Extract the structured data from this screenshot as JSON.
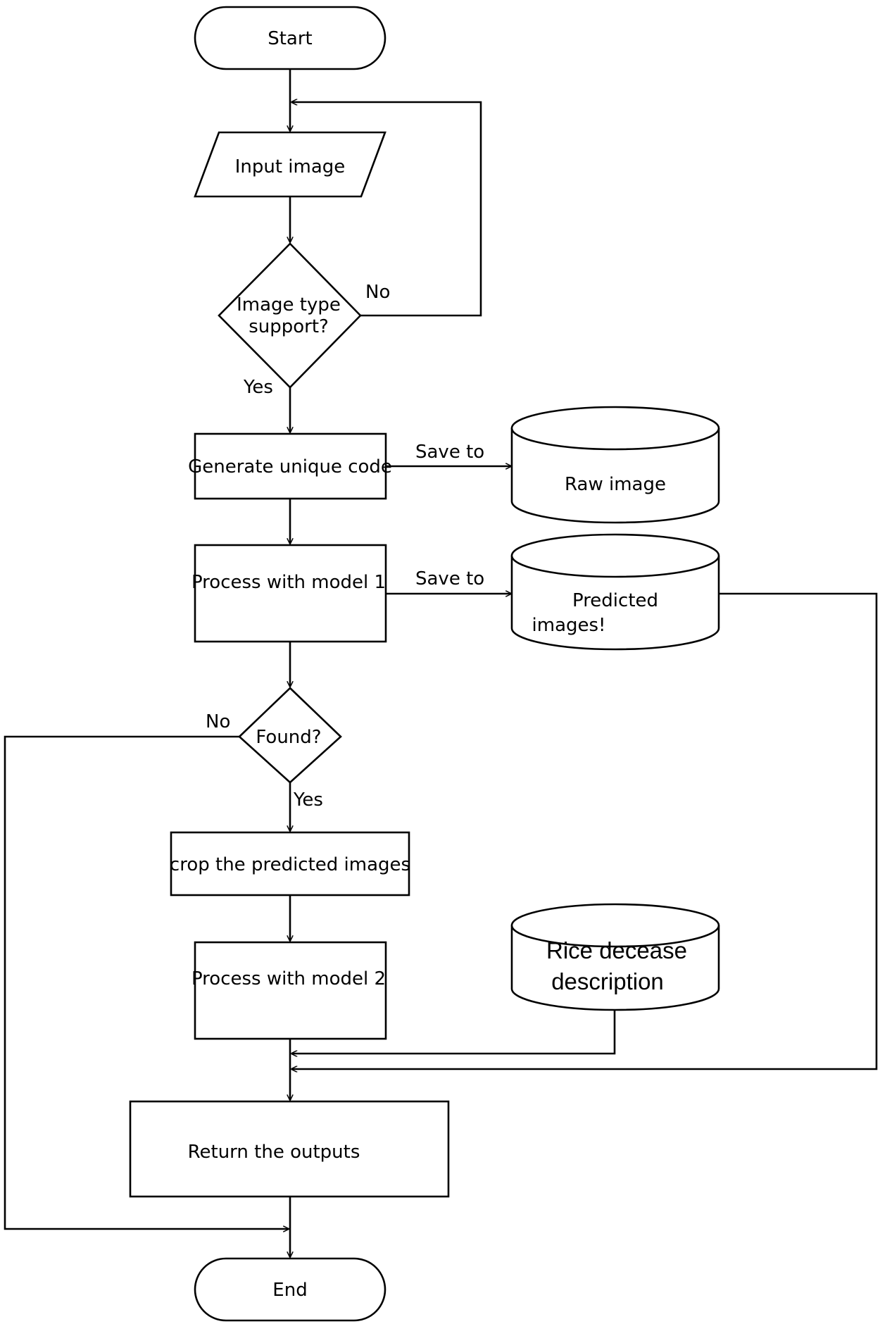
{
  "flowchart": {
    "nodes": {
      "start": "Start",
      "input_image": "Input image",
      "image_type_decision": [
        "Image type",
        "support?"
      ],
      "generate_code": "Generate unique code",
      "raw_image_db": "Raw image",
      "process_model1": "Process with model 1",
      "predicted_images_db": [
        "Predicted",
        "images!"
      ],
      "found_decision": "Found?",
      "crop_images": "crop the predicted images",
      "process_model2": "Process with model 2",
      "rice_desc_db": [
        "Rice decease",
        "description"
      ],
      "return_outputs": "Return the outputs",
      "end": "End"
    },
    "edge_labels": {
      "type_no": "No",
      "type_yes": "Yes",
      "save_raw": "Save to",
      "save_predicted": "Save to",
      "found_no": "No",
      "found_yes": "Yes"
    }
  },
  "colors": {
    "stroke": "#000000",
    "fill": "#ffffff"
  }
}
